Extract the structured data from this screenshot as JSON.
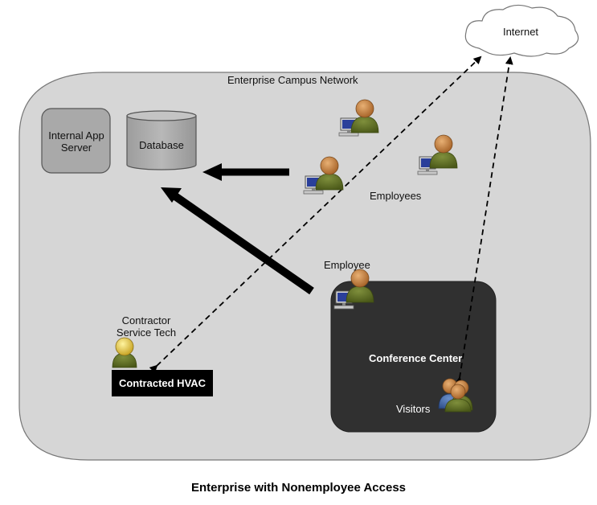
{
  "network": {
    "label": "Enterprise Campus Network"
  },
  "internet": {
    "label": "Internet"
  },
  "servers": {
    "app": {
      "label": "Internal App\nServer"
    },
    "database": {
      "label": "Database"
    }
  },
  "employees": {
    "group_label": "Employees",
    "single_label": "Employee"
  },
  "contractor": {
    "label": "Contractor\nService Tech",
    "device_label": "Contracted HVAC"
  },
  "conference": {
    "label": "Conference Center",
    "visitors_label": "Visitors"
  },
  "caption": "Enterprise with Nonemployee Access",
  "colors": {
    "campus_fill": "#d6d6d6",
    "server_fill": "#a9a9a9",
    "conference_fill": "#303030",
    "hvac_fill": "#000000",
    "person_head": "#c9863e",
    "person_body": "#5e6e22"
  }
}
